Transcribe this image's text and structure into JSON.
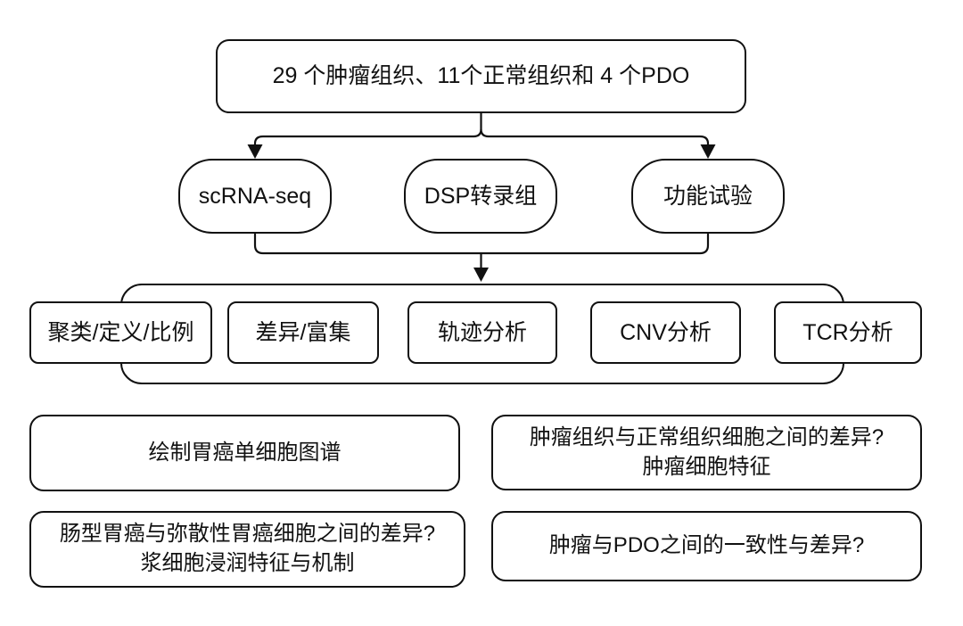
{
  "diagram": {
    "colors": {
      "stroke": "#111111",
      "text": "#111111",
      "background": "#ffffff"
    },
    "top_box": {
      "label": "29 个肿瘤组织、11个正常组织和 4 个PDO"
    },
    "methods": [
      {
        "label": "scRNA-seq"
      },
      {
        "label": "DSP转录组"
      },
      {
        "label": "功能试验"
      }
    ],
    "analyses": [
      {
        "label": "聚类/定义/比例"
      },
      {
        "label": "差异/富集"
      },
      {
        "label": "轨迹分析"
      },
      {
        "label": "CNV分析"
      },
      {
        "label": "TCR分析"
      }
    ],
    "questions": [
      {
        "lines": [
          "绘制胃癌单细胞图谱"
        ]
      },
      {
        "lines": [
          "肿瘤组织与正常组织细胞之间的差异?",
          "肿瘤细胞特征"
        ]
      },
      {
        "lines": [
          "肠型胃癌与弥散性胃癌细胞之间的差异?",
          "浆细胞浸润特征与机制"
        ]
      },
      {
        "lines": [
          "肿瘤与PDO之间的一致性与差异?"
        ]
      }
    ]
  }
}
